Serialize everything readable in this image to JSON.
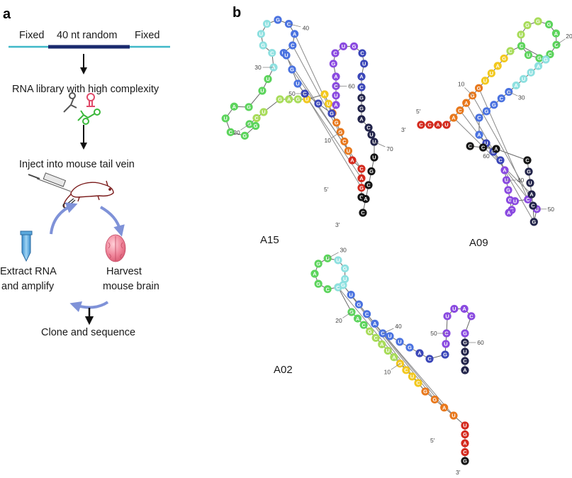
{
  "panels": {
    "a": "a",
    "b": "b"
  },
  "panel_a": {
    "fixed_left": "Fixed",
    "random_region": "40 nt random",
    "fixed_right": "Fixed",
    "library_label": "RNA library with high complexity",
    "inject_label": "Inject into mouse tail vein",
    "extract_line1": "Extract RNA",
    "extract_line2": "and amplify",
    "harvest_line1": "Harvest",
    "harvest_line2": "mouse brain",
    "clone_label": "Clone and sequence"
  },
  "colors": {
    "fixed_line": "#3fb8c8",
    "random_bar": "#1a2a6e",
    "cycle_arrow": "#7f92d8",
    "black": "#141414",
    "red": "#d42a1e",
    "orange": "#e8781c",
    "yellow": "#f2c81e",
    "lightgreen": "#a8dc5a",
    "green": "#5cd45c",
    "cyan": "#8ee0e0",
    "blue": "#4a72e0",
    "indigo": "#3a46b8",
    "purple": "#8a4ae0",
    "darknavy": "#22244a"
  },
  "structures": {
    "A15": {
      "label": "A15",
      "ends": [
        "5′",
        "3′"
      ],
      "numbers": [
        "10",
        "20",
        "30",
        "40",
        "50",
        "60",
        "70"
      ],
      "nucleotides": [
        "C",
        "G",
        "A",
        "C",
        "A",
        "U",
        "C",
        "G",
        "G",
        "U",
        "U",
        "A",
        "U",
        "G",
        "A",
        "G",
        "U",
        "C",
        "G",
        "G",
        "G",
        "C",
        "U",
        "A",
        "G",
        "U",
        "U",
        "A",
        "C",
        "G",
        "U",
        "U",
        "G",
        "C",
        "A",
        "C",
        "U",
        "U",
        "G",
        "U",
        "C",
        "G",
        "G",
        "A",
        "U",
        "C",
        "A",
        "G",
        "C",
        "U",
        "G",
        "C",
        "U",
        "A",
        "C",
        "G",
        "G",
        "A",
        "C",
        "U",
        "U",
        "U",
        "G",
        "C",
        "A",
        "C"
      ]
    },
    "A09": {
      "label": "A09",
      "ends": [
        "5′",
        "3′"
      ],
      "numbers": [
        "10",
        "20",
        "30",
        "40",
        "50",
        "60"
      ],
      "nucleotides": [
        "C",
        "C",
        "A",
        "U",
        "A",
        "C",
        "A",
        "G",
        "G",
        "U",
        "U",
        "A",
        "G",
        "C",
        "U",
        "U",
        "G",
        "G",
        "G",
        "A",
        "C",
        "C",
        "G",
        "U",
        "C",
        "G",
        "A",
        "U",
        "U",
        "A",
        "G",
        "C",
        "G",
        "G",
        "C",
        "A",
        "U",
        "G",
        "C",
        "A",
        "U",
        "G",
        "G",
        "C",
        "A",
        "U",
        "C",
        "U",
        "G",
        "C",
        "A",
        "U",
        "G",
        "C",
        "A",
        "C",
        "C"
      ]
    },
    "A02": {
      "label": "A02",
      "ends": [
        "5′",
        "3′"
      ],
      "numbers": [
        "10",
        "20",
        "30",
        "40",
        "50",
        "60"
      ],
      "nucleotides": [
        "G",
        "C",
        "A",
        "G",
        "U",
        "U",
        "A",
        "G",
        "G",
        "C",
        "U",
        "C",
        "G",
        "A",
        "U",
        "A",
        "C",
        "G",
        "C",
        "A",
        "G",
        "U",
        "C",
        "G",
        "A",
        "G",
        "U",
        "U",
        "G",
        "U",
        "C",
        "G",
        "U",
        "G",
        "C",
        "A",
        "C",
        "U",
        "U",
        "G",
        "A",
        "C",
        "G",
        "U",
        "C",
        "U",
        "U",
        "A",
        "C",
        "G",
        "G",
        "U",
        "C",
        "A"
      ]
    }
  }
}
